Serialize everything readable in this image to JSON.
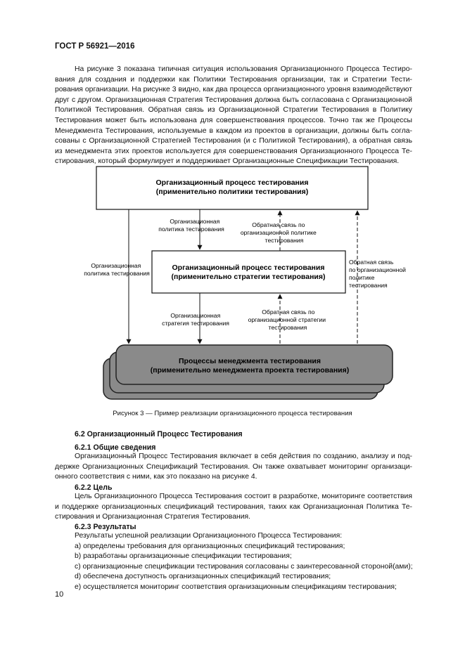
{
  "header": {
    "doc_id": "ГОСТ Р 56921—2016"
  },
  "intro_lines": [
    "На рисунке 3 показана типичная ситуация использования Организационного Процесса Тестиро-",
    "вания для создания и поддержки как Политики Тестирования организации, так и Стратегии Тести-",
    "рования организации. На рисунке 3 видно, как два процесса организационного уровня взаимодействуют",
    "друг с другом. Организационная Стратегия Тестирования должна быть согласована с Организационной",
    "Политикой Тестирования. Обратная связь из Организационной Стратегии Тестирования в Политику",
    "Тестирования может быть использована для совершенствования процессов. Точно так же Процессы",
    "Менеджмента Тестирования, используемые в каждом из проектов в организации, должны быть согла-",
    "сованы с Организационной Стратегией Тестирования (и с Политикой Тестирования), а обратная связь",
    "из менеджмента этих проектов используется для совершенствования Организационного Процесса Те-",
    "стирования, который формулирует и поддерживает Организационные Спецификации Тестирования."
  ],
  "figure": {
    "top_box": [
      "Организационный процесс тестирования",
      "(применительно политики тестирования)"
    ],
    "mid_box": [
      "Организационный процесс тестирования",
      "(применительно стратегии тестирования)"
    ],
    "bottom_box": [
      "Процессы менеджмента тестирования",
      "(применительно менеджмента проекта тестирования)"
    ],
    "label_policy_inner": [
      "Организационная",
      "политика тестирования"
    ],
    "label_feedback_policy": [
      "Обратная связь по",
      "организационной политике",
      "тестирования"
    ],
    "label_policy_outer": [
      "Организационная",
      "политика тестирования"
    ],
    "label_feedback_right": [
      "Обратная связь",
      "по организационной",
      "политике",
      "тестирования"
    ],
    "label_strategy": [
      "Организационная",
      "стратегия тестирования"
    ],
    "label_feedback_strategy": [
      "Обратная связь по",
      "организационной стратегии",
      "тестирования"
    ],
    "caption": "Рисунок  3 — Пример реализации организационного процесса тестирования",
    "colors": {
      "box_fill": "#ffffff",
      "stack_fill": "#8a8a8a",
      "stack_border": "#222222"
    }
  },
  "s62": {
    "title": "6.2  Организационный Процесс Тестирования",
    "s621_title": "6.2.1  Общие сведения",
    "s621_lines": [
      "Организационный Процесс Тестирования включает в себя действия по созданию, анализу и под-",
      "держке Организационных Спецификаций Тестирования. Он также охватывает мониторинг организаци-",
      "онного соответствия с ними, как это показано на рисунке 4."
    ],
    "s622_title": "6.2.2  Цель",
    "s622_lines": [
      "Цель Организационного Процесса Тестирования состоит в разработке, мониторинге соответствия",
      "и поддержке организационных спецификаций тестирования, таких как Организационная Политика Те-",
      "стирования и Организационная Стратегия Тестирования."
    ],
    "s623_title": "6.2.3  Результаты",
    "s623_lines": [
      "Результаты успешной реализации Организационного Процесса Тестирования:",
      "a)  определены требования для организационных спецификаций тестирования;",
      "b)  разработаны организационные спецификации тестирования;",
      "c)  организационные спецификации тестирования согласованы с заинтересованной стороной(ами);",
      "d)  обеспечена доступность организационных спецификаций тестирования;",
      "e)  осуществляется мониторинг соответствия организационным спецификациям тестирования;"
    ]
  },
  "page_number": "10"
}
